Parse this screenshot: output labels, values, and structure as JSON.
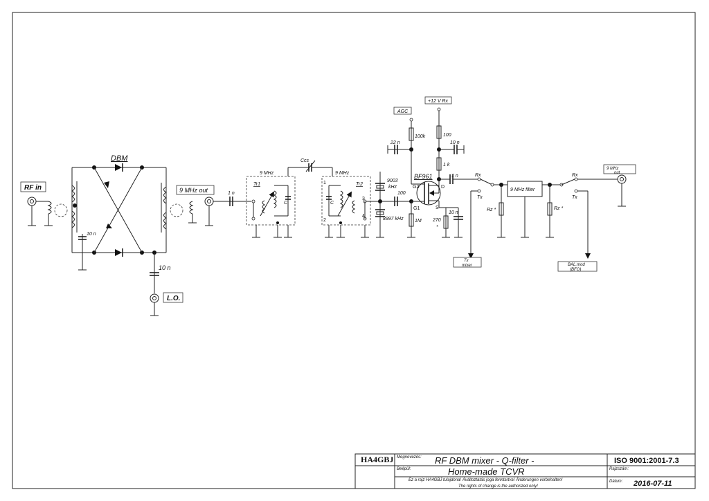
{
  "schematic": {
    "labels": {
      "rf_in": "RF in",
      "dbm": "DBM",
      "lo": "L.O.",
      "out_9mhz_left": "9 MHz out",
      "cap_10n_bridge": "10 n",
      "cap_10n_lo": "10 n",
      "cap_1n_a": "1 n",
      "ccs": "Ccs",
      "tr1_freq": "9 MHz",
      "tr1": "Tr1",
      "tr1_c": "C",
      "tr2_freq": "9 MHz",
      "tr2": "Tr2",
      "tr2_c": "C",
      "tr2_pin1": "1",
      "tr2_pin2": "2",
      "tr2_pin3": "3",
      "tr2_pin4": "4",
      "xtal_top_a": "9003",
      "xtal_top_b": "kHz",
      "xtal_bottom": "8997 kHz",
      "cap_100": "100",
      "agc": "AGC",
      "r_100k": "100k",
      "cap_22n": "22 n",
      "g2": "G2",
      "g1": "G1",
      "r_1m": "1M",
      "fet": "BF961",
      "pin_d": "D",
      "pin_s": "S",
      "supply": "+12 V Rx",
      "r_100": "100",
      "cap_10n_supply": "10 n",
      "r_1k": "1 k",
      "cap_1n_b": "1 n",
      "r_270_a": "270",
      "r_270_b": "*",
      "cap_10n_source": "10 n",
      "rx_a": "Rx",
      "tx_a": "Tx",
      "rz_a": "Rz *",
      "filter": "9 MHz filter",
      "rz_b": "Rz *",
      "rx_b": "Rx",
      "tx_b": "Tx",
      "out_9mhz_right_a": "9 MHz",
      "out_9mhz_right_b": "out",
      "tx_mixer_a": "Tx",
      "tx_mixer_b": "mixer",
      "bal_mod_a": "BAL.mod",
      "bal_mod_b": "(BFO)"
    }
  },
  "title_block": {
    "author": "HA4GBJ",
    "name_label": "Megnevezés:",
    "title": "RF DBM mixer - Q-filter -",
    "standard": "ISO 9001:2001-7.3",
    "install_label": "Beépül:",
    "project": "Home-made TCVR",
    "drawing_no_label": "Rajzszám:",
    "copyright": "Ez a rajz HA4GBJ tulajdona! Áváltoztatás joga fenntartva! Änderungen vorbehalten!",
    "rights": "The rights of change is the authorized only!",
    "date_label": "Dátum:",
    "date": "2016-07-11"
  }
}
